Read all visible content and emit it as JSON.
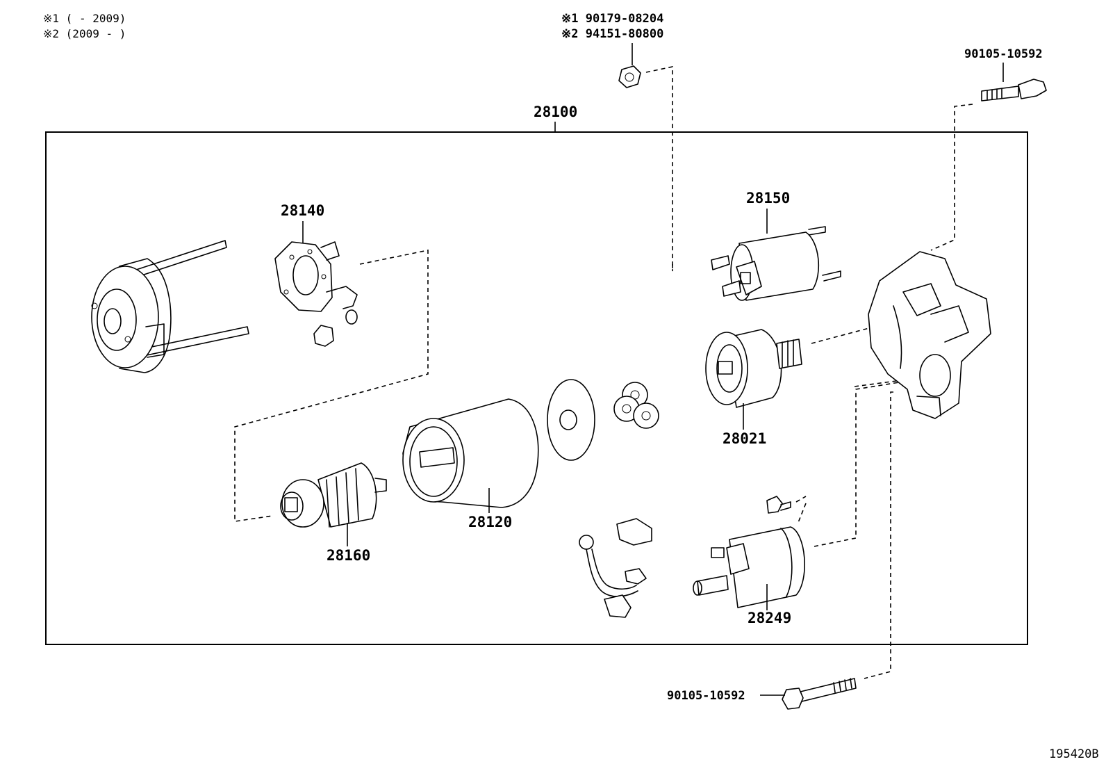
{
  "notes": {
    "n1": "※1 (   - 2009)",
    "n2": "※2 (2009 -    )"
  },
  "labels": {
    "nut_ref1": "※1 90179-08204",
    "nut_ref2": "※2 94151-80800",
    "bolt_top": "90105-10592",
    "bolt_bottom": "90105-10592",
    "assembly": "28100",
    "brush_holder": "28140",
    "switch": "28150",
    "clutch": "28021",
    "yoke": "28120",
    "armature": "28160",
    "lead_switch": "28249"
  },
  "figure_id": "195420B"
}
